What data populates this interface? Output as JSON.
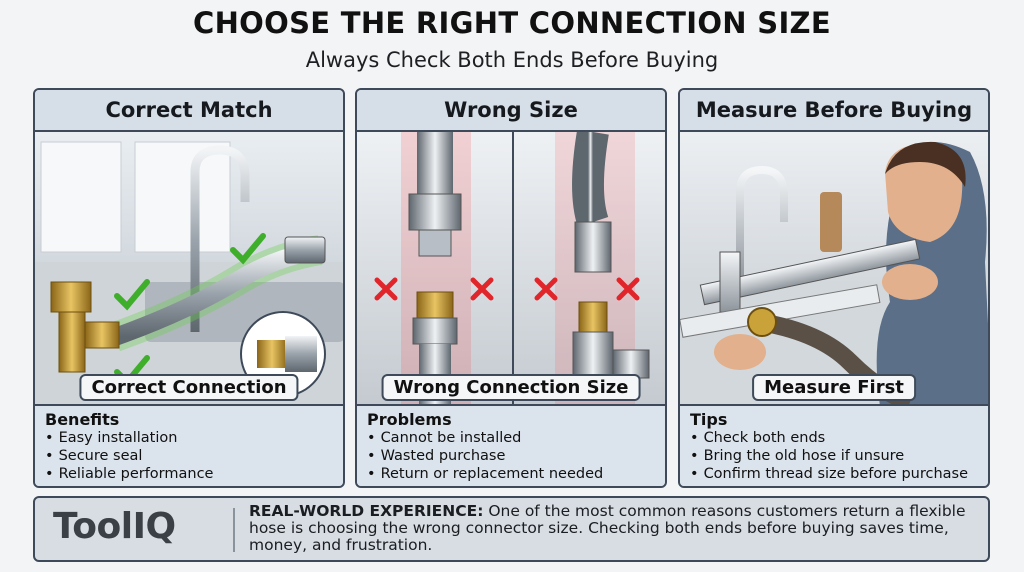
{
  "header": {
    "title": "CHOOSE THE RIGHT CONNECTION SIZE",
    "subtitle": "Always Check Both Ends Before Buying"
  },
  "panels": [
    {
      "title": "Correct Match",
      "caption": "Correct Connection",
      "body_title": "Benefits",
      "items": [
        "Easy installation",
        "Secure seal",
        "Reliable performance"
      ]
    },
    {
      "title": "Wrong Size",
      "caption": "Wrong Connection Size",
      "body_title": "Problems",
      "items": [
        "Cannot be installed",
        "Wasted purchase",
        "Return or replacement needed"
      ]
    },
    {
      "title": "Measure Before Buying",
      "caption": "Measure First",
      "body_title": "Tips",
      "items": [
        "Check both ends",
        "Bring the old hose if unsure",
        "Confirm thread size before purchase"
      ]
    }
  ],
  "footer": {
    "logo": "ToolIQ",
    "label": "REAL-WORLD EXPERIENCE:",
    "text": " One of the most common reasons customers return a flexible hose is choosing the wrong connector size. Checking both ends before buying saves time, money, and frustration."
  },
  "colors": {
    "border": "#3e4a59",
    "panel_bg": "#dbe3ec",
    "check_green": "#3fae2a",
    "cross_red": "#e0262b",
    "brass": "#c9a23a"
  },
  "icons": [
    "check-icon",
    "cross-icon"
  ]
}
